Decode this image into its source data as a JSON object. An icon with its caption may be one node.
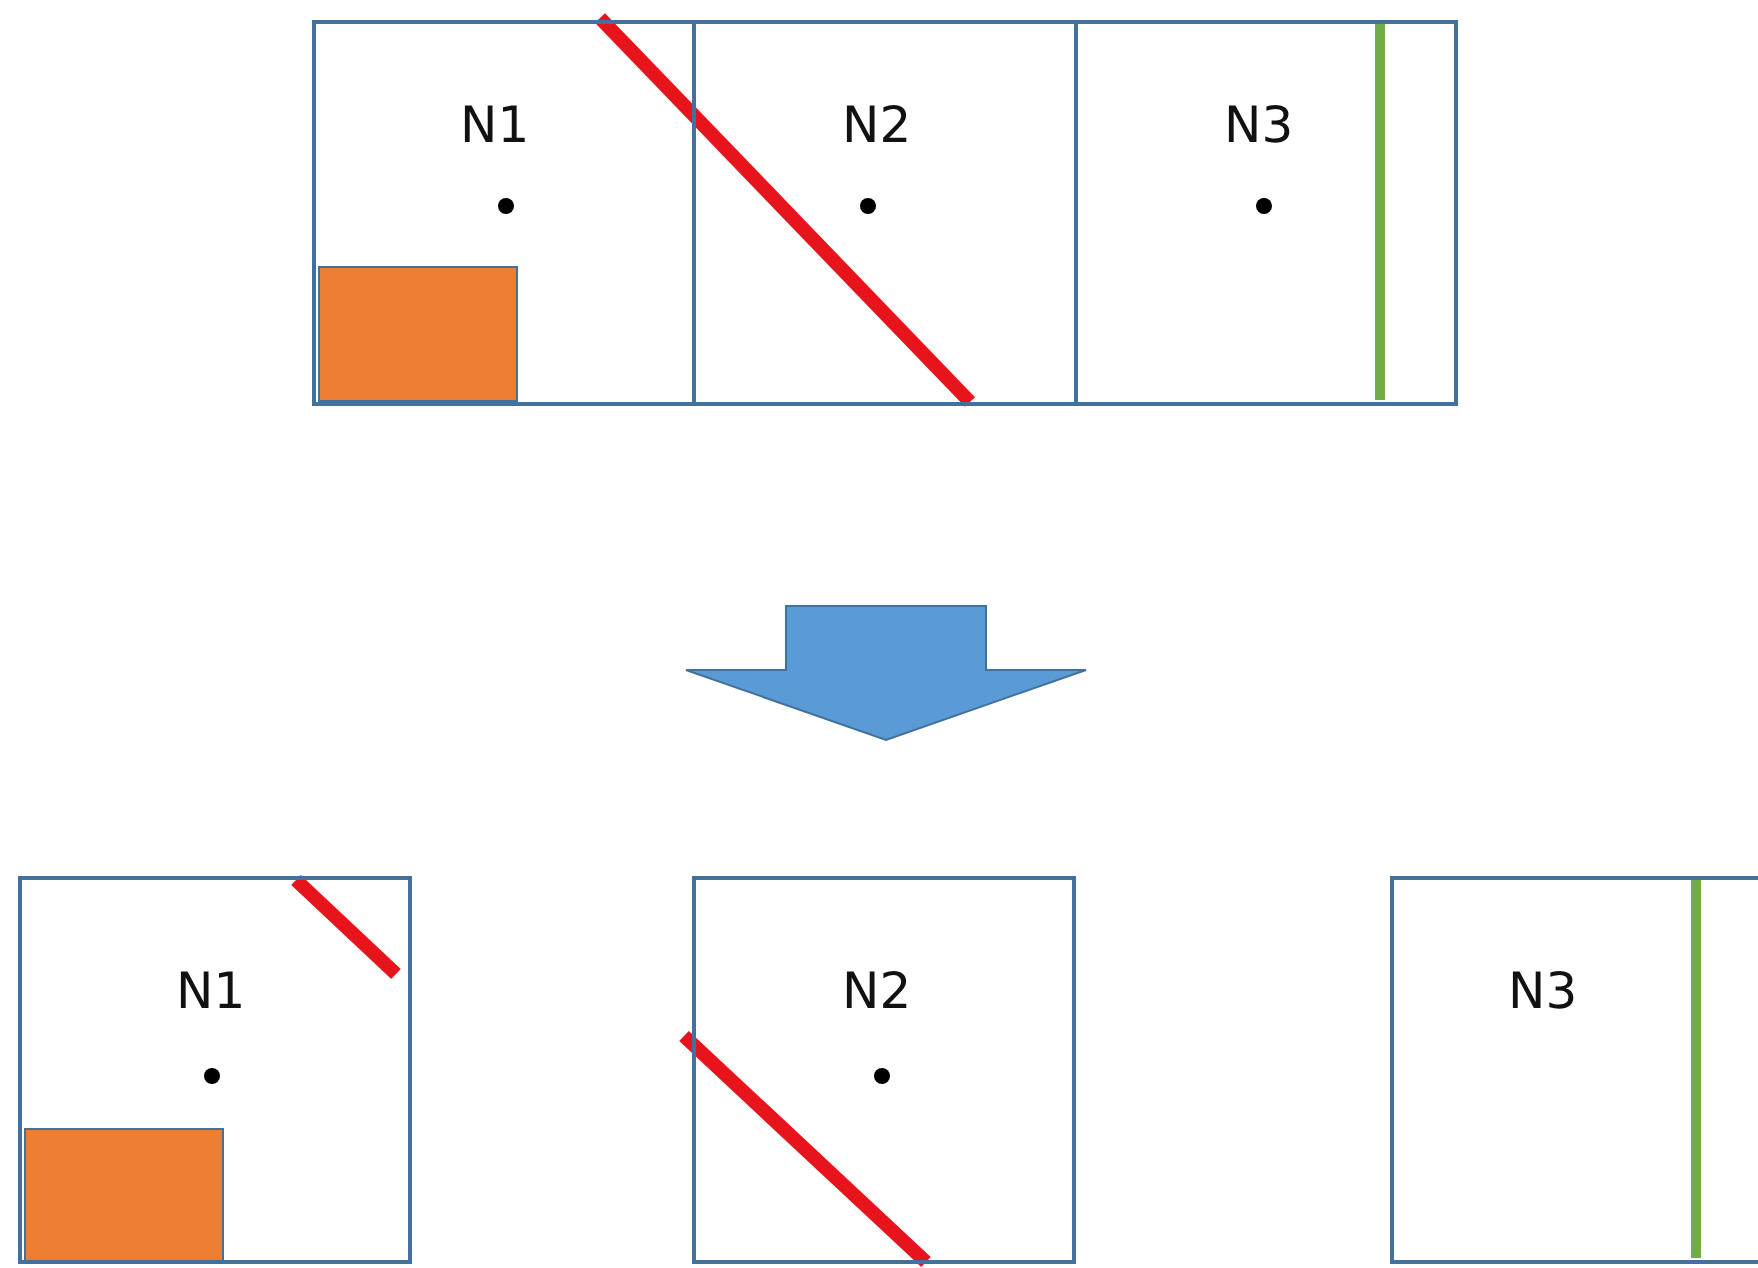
{
  "diagram": {
    "nodes": [
      {
        "text": [
          "N1"
        ]
      },
      {
        "text": [],
        "shape": "box",
        "in": 0
      },
      {
        "text": [
          "N2"
        ]
      },
      {
        "text": [
          "N3"
        ]
      },
      {
        "text": [
          "N1"
        ]
      },
      {
        "text": [],
        "shape": "box",
        "in": 4
      },
      {
        "text": [
          "N2"
        ]
      },
      {
        "text": [
          "N3"
        ]
      }
    ]
  }
}
